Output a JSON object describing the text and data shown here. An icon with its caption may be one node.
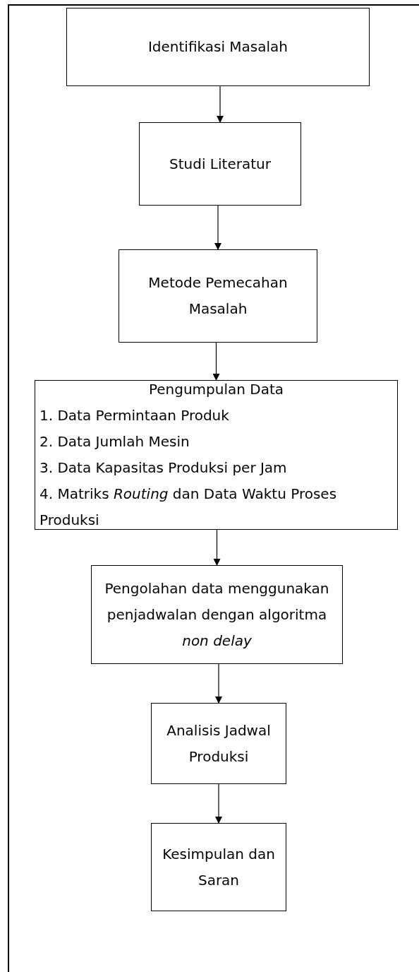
{
  "diagram": {
    "nodes": [
      {
        "text": [
          "Identifikasi Masalah"
        ]
      },
      {
        "text": [
          "Studi Literatur"
        ]
      },
      {
        "text": [
          "Metode Pemecahan Masalah"
        ]
      },
      {
        "text": [
          "Pengumpulan Data",
          "1. Data Permintaan Produk",
          "2. Data Jumlah Mesin",
          "3. Data Kapasitas Produksi per Jam",
          "4. Matriks *Routing* dan Data Waktu Proses Produksi"
        ]
      },
      {
        "text": [
          "Pengolahan data menggunakan penjadwalan dengan algoritma *non delay*"
        ]
      },
      {
        "text": [
          "Analisis Jadwal Produksi"
        ]
      },
      {
        "text": [
          "Kesimpulan dan Saran"
        ]
      }
    ],
    "edges": [
      {
        "from": 0,
        "to": 1,
        "arrow": "to"
      },
      {
        "from": 1,
        "to": 2,
        "arrow": "to"
      },
      {
        "from": 2,
        "to": 3,
        "arrow": "to"
      },
      {
        "from": 3,
        "to": 4,
        "arrow": "to"
      },
      {
        "from": 4,
        "to": 5,
        "arrow": "to"
      },
      {
        "from": 5,
        "to": 6,
        "arrow": "to"
      }
    ]
  }
}
